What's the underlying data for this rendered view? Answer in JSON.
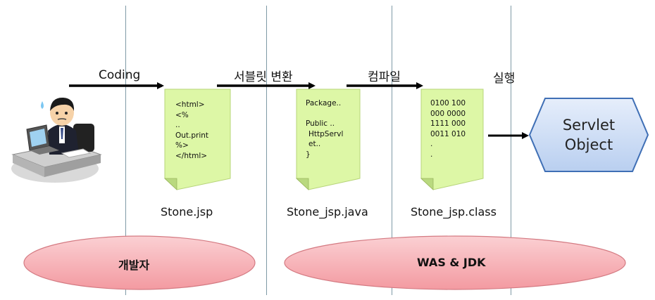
{
  "steps": {
    "coding": "Coding",
    "servlet_convert": "서블릿 변환",
    "compile": "컴파일",
    "execute": "실행"
  },
  "files": {
    "jsp": "Stone.jsp",
    "java": "Stone_jsp.java",
    "class": "Stone_jsp.class"
  },
  "documents": {
    "jsp_lines": [
      "<html>",
      "<%",
      "..",
      "Out.print",
      "%>",
      "</html>"
    ],
    "java_lines": [
      "Package..",
      "",
      "Public ..",
      "HttpServl",
      "et..",
      "}"
    ],
    "class_lines": [
      "0100 100",
      "000 0000",
      "1111 000",
      "0011 010",
      ".",
      "."
    ]
  },
  "groups": {
    "developer": "개발자",
    "was_jdk": "WAS & JDK"
  },
  "servlet_object": {
    "line1": "Servlet",
    "line2": "Object"
  },
  "colors": {
    "doc_fill": "#ddf7a6",
    "ellipse_fill": "#f7a8ad",
    "hex_fill": "#cfe0f6",
    "hex_border": "#3f6fb5"
  },
  "icons": {
    "developer": "developer-at-desk-icon"
  }
}
